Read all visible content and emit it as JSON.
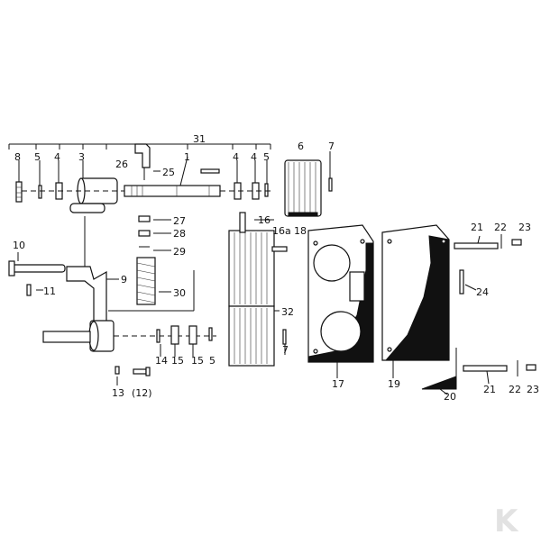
{
  "diagram": {
    "labels": {
      "l1": "1",
      "l3": "3",
      "l4a": "4",
      "l4b": "4",
      "l4c": "4",
      "l5a": "5",
      "l5b": "5",
      "l5c": "5",
      "l6": "6",
      "l7a": "7",
      "l7b": "7",
      "l8": "8",
      "l9": "9",
      "l10": "10",
      "l11": "11",
      "l12": "(12)",
      "l13": "13",
      "l14": "14",
      "l15a": "15",
      "l15b": "15",
      "l16": "16",
      "l16a": "16a",
      "l17": "17",
      "l18": "18",
      "l19": "19",
      "l20": "20",
      "l21a": "21",
      "l21b": "21",
      "l22a": "22",
      "l22b": "22",
      "l23a": "23",
      "l23b": "23",
      "l24": "24",
      "l25": "25",
      "l26": "26",
      "l27": "27",
      "l28": "28",
      "l29": "29",
      "l30": "30",
      "l31": "31",
      "l32": "32"
    },
    "watermark": "K"
  }
}
